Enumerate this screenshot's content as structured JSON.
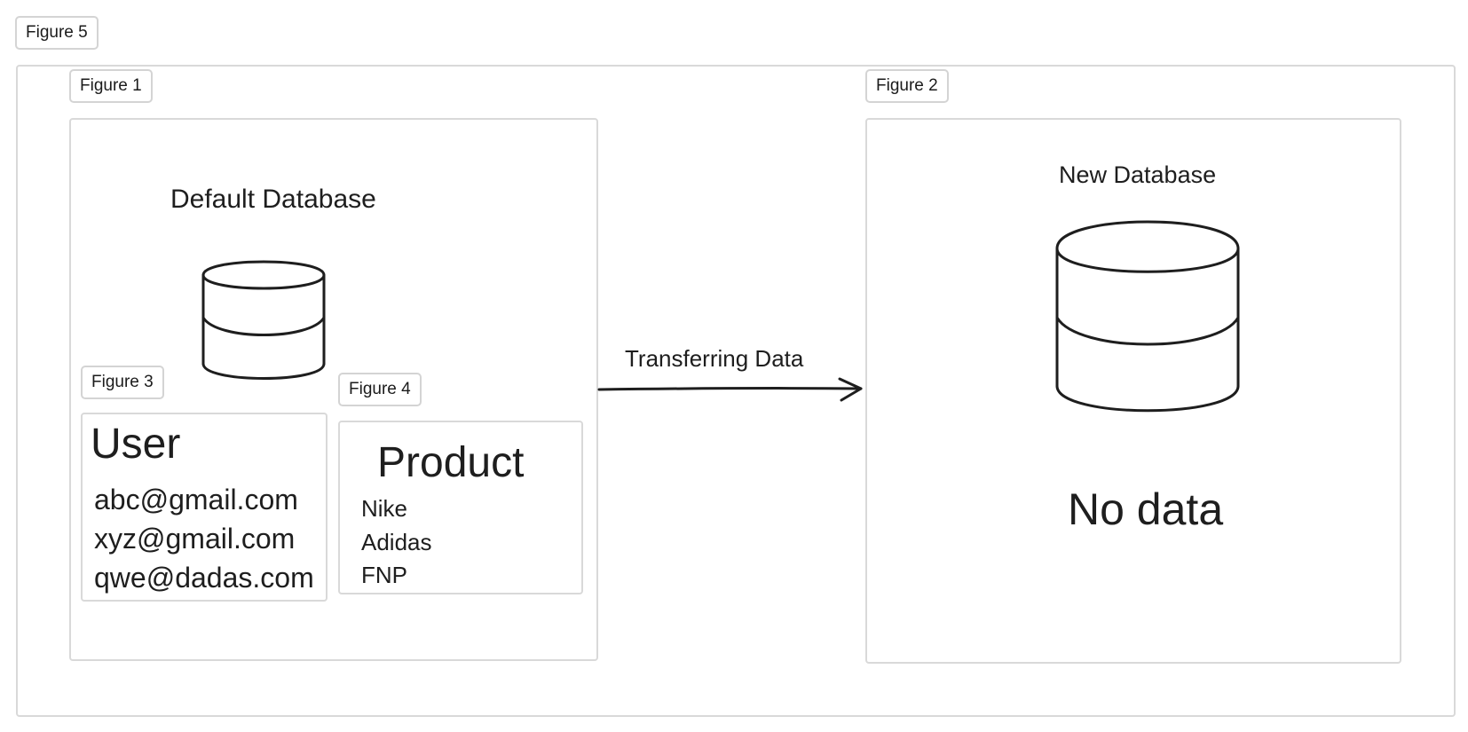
{
  "figure5": {
    "label": "Figure 5"
  },
  "figure1": {
    "label": "Figure 1",
    "title": "Default Database"
  },
  "figure2": {
    "label": "Figure 2",
    "title": "New Database",
    "empty_text": "No data"
  },
  "figure3": {
    "label": "Figure 3",
    "heading": "User",
    "items": [
      "abc@gmail.com",
      "xyz@gmail.com",
      "qwe@dadas.com"
    ]
  },
  "figure4": {
    "label": "Figure 4",
    "heading": "Product",
    "items": [
      "Nike",
      "Adidas",
      "FNP"
    ]
  },
  "transfer": {
    "label": "Transferring Data"
  },
  "icons": {
    "default_db": "database-icon",
    "new_db": "database-icon",
    "transfer_arrow": "arrow-right-icon"
  }
}
